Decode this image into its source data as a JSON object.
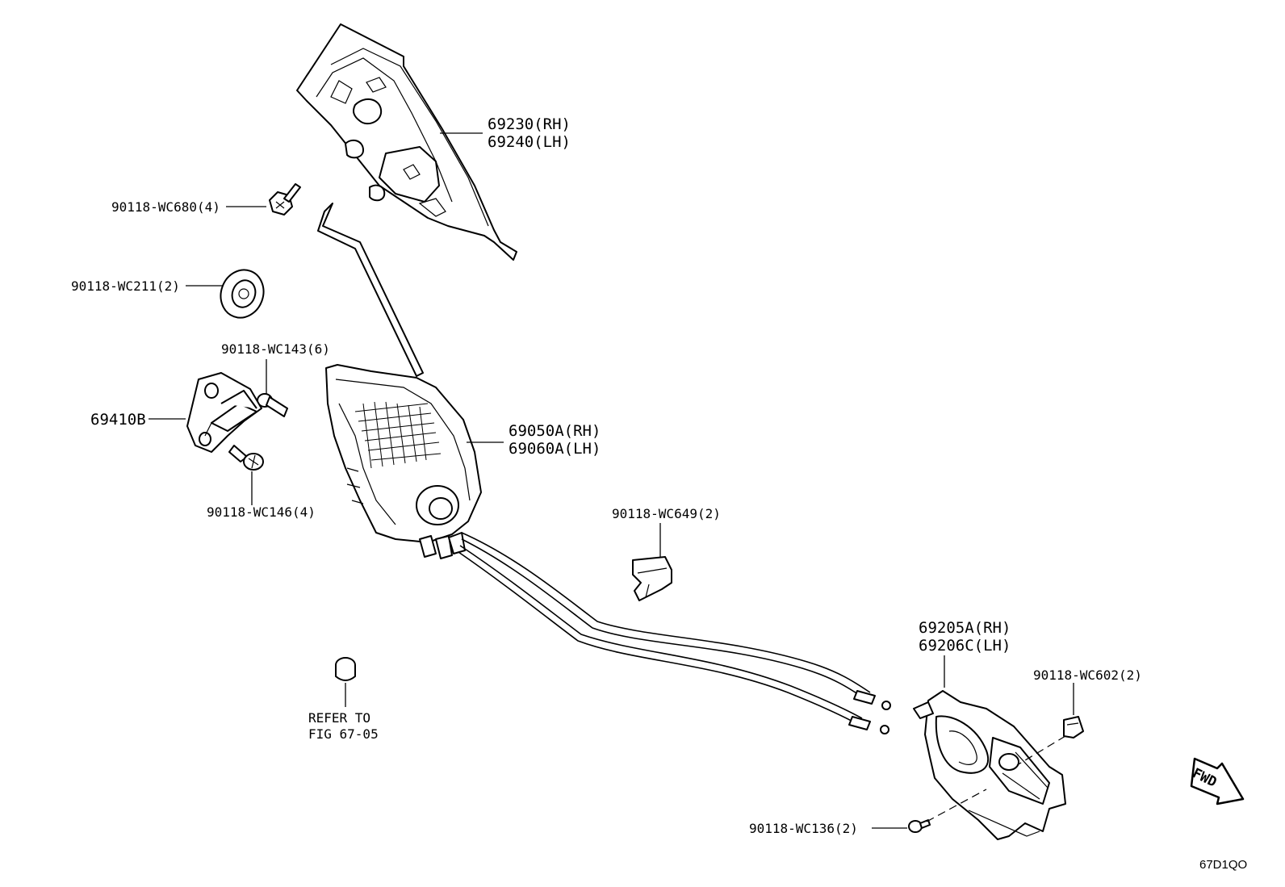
{
  "labels": {
    "outer_handle_rh": "69230(RH)",
    "outer_handle_lh": "69240(LH)",
    "bolt_wc680": "90118-WC680(4)",
    "nut_wc211": "90118-WC211(2)",
    "screw_wc143": "90118-WC143(6)",
    "striker": "69410B",
    "screw_wc146": "90118-WC146(4)",
    "lock_rh": "69050A(RH)",
    "lock_lh": "69060A(LH)",
    "clip_wc649": "90118-WC649(2)",
    "refer_line1": "REFER TO",
    "refer_line2": "FIG 67-05",
    "inner_handle_rh": "69205A(RH)",
    "inner_handle_lh": "69206C(LH)",
    "clip_wc602": "90118-WC602(2)",
    "screw_wc136": "90118-WC136(2)",
    "fwd": "FWD",
    "figure_code": "67D1QO"
  }
}
